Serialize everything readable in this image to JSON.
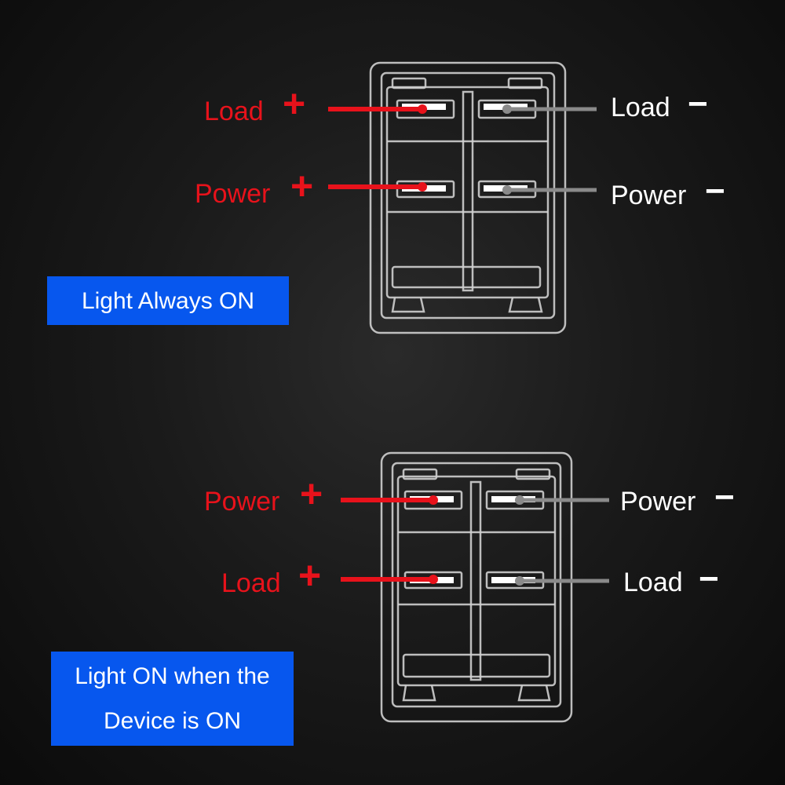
{
  "diagram_top": {
    "caption": "Light Always ON",
    "left_labels": [
      {
        "text": "Load",
        "sign": "+"
      },
      {
        "text": "Power",
        "sign": "+"
      }
    ],
    "right_labels": [
      {
        "text": "Load",
        "sign": "−"
      },
      {
        "text": "Power",
        "sign": "−"
      }
    ]
  },
  "diagram_bottom": {
    "caption_lines": [
      "Light ON when the",
      "Device is ON"
    ],
    "left_labels": [
      {
        "text": "Power",
        "sign": "+"
      },
      {
        "text": "Load",
        "sign": "+"
      }
    ],
    "right_labels": [
      {
        "text": "Power",
        "sign": "−"
      },
      {
        "text": "Load",
        "sign": "−"
      }
    ]
  },
  "colors": {
    "positive": "#e8121b",
    "negative": "#8a8a8a",
    "outline": "#cfcfcf",
    "badge": "#0757ee"
  }
}
